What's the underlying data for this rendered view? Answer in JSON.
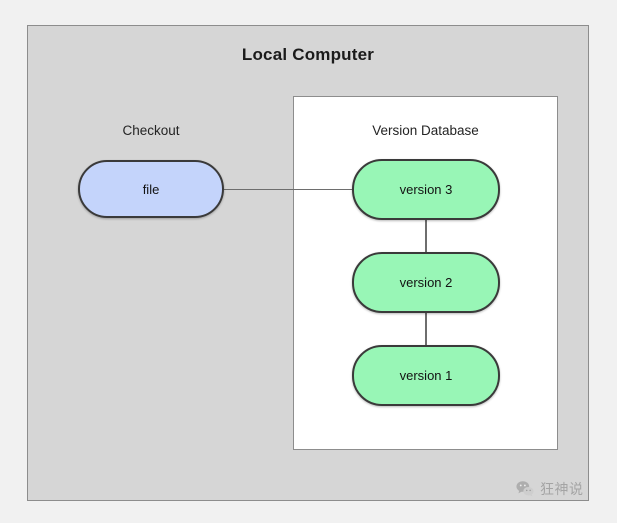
{
  "diagram": {
    "outer_container": {
      "title": "Local Computer",
      "fill_color": "#d6d6d6",
      "border_color": "#8d8d8d"
    },
    "inner_container": {
      "title": "Version Database",
      "fill_color": "#ffffff",
      "border_color": "#8d8d8d"
    },
    "checkout": {
      "label": "Checkout",
      "node_label": "file",
      "node_fill_color": "#c4d4fb",
      "node_border_color": "#3a3a3a"
    },
    "versions": [
      {
        "label": "version 3",
        "fill_color": "#98f6b6"
      },
      {
        "label": "version 2",
        "fill_color": "#98f6b6"
      },
      {
        "label": "version 1",
        "fill_color": "#98f6b6"
      }
    ],
    "connectors": [
      {
        "from": "file",
        "to": "version 3",
        "orientation": "horizontal"
      },
      {
        "from": "version 3",
        "to": "version 2",
        "orientation": "vertical"
      },
      {
        "from": "version 2",
        "to": "version 1",
        "orientation": "vertical"
      }
    ],
    "connector_color": "#6e6e6e"
  },
  "watermark": {
    "icon": "wechat-icon",
    "text": "狂神说"
  },
  "page": {
    "background_color": "#f1f1f1"
  }
}
